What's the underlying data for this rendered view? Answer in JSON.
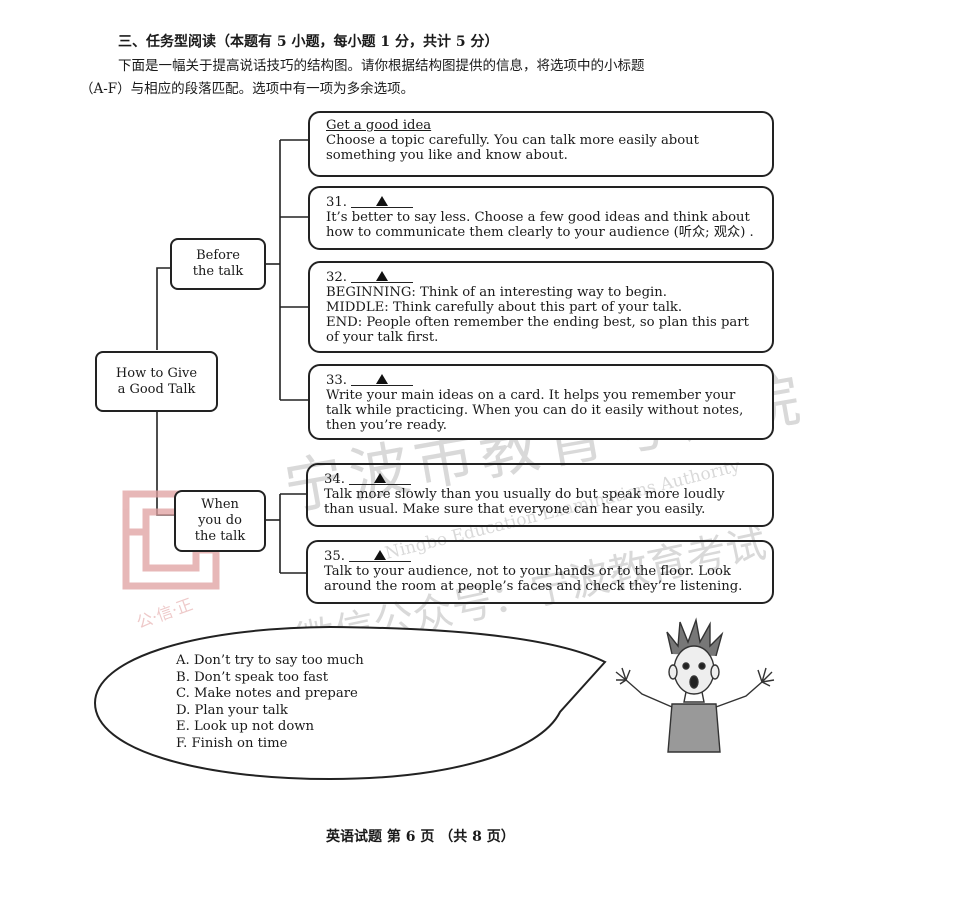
{
  "header": {
    "section_title": "三、任务型阅读（本题有 5 小题，每小题 1 分，共计 5 分）",
    "instruction_line1": "下面是一幅关于提高说话技巧的结构图。请你根据结构图提供的信息，将选项中的小标题",
    "instruction_line2": "（A-F）与相应的段落匹配。选项中有一项为多余选项。"
  },
  "diagram": {
    "root": {
      "line1": "How to Give",
      "line2": "a Good Talk"
    },
    "before_node": {
      "line1": "Before",
      "line2": "the talk"
    },
    "when_node": {
      "line1": "When",
      "line2": "you do",
      "line3": "the talk"
    },
    "boxes": [
      {
        "title": "Get a good idea",
        "lines": [
          "Choose a topic carefully. You can talk more easily about",
          "something you like and know about."
        ]
      },
      {
        "number": "31.",
        "lines": [
          "It’s better to say less. Choose a few good ideas and think about",
          "how to communicate them clearly to your audience (听众; 观众) ."
        ]
      },
      {
        "number": "32.",
        "lines": [
          "BEGINNING: Think of an interesting way to begin.",
          "MIDDLE: Think carefully about this part of your talk.",
          "END: People often remember the ending best, so plan this part",
          "of your talk first."
        ]
      },
      {
        "number": "33.",
        "lines": [
          "Write your main ideas on a card. It helps you remember your",
          "talk while practicing. When you can do it easily without notes,",
          "then you’re ready."
        ]
      },
      {
        "number": "34.",
        "lines": [
          "Talk more slowly than you usually do but speak more loudly",
          "than usual. Make sure that everyone can hear you easily."
        ]
      },
      {
        "number": "35.",
        "lines": [
          "Talk to your audience, not to your hands or to the floor. Look",
          "around the room at people’s faces and check they’re listening."
        ]
      }
    ]
  },
  "options": [
    "A. Don’t try to say too much",
    "B. Don’t speak too fast",
    "C. Make notes and prepare",
    "D. Plan your talk",
    "E. Look up not down",
    "F. Finish on time"
  ],
  "watermark": {
    "chinese": "宁波市教育考试院",
    "english": "Ningbo Education Examinations Authority",
    "wechat": "微信公众号：宁波教育考试",
    "seal": "宁",
    "seal_small": "公·信·正"
  },
  "footer": "英语试题  第 6 页  （共 8 页）"
}
